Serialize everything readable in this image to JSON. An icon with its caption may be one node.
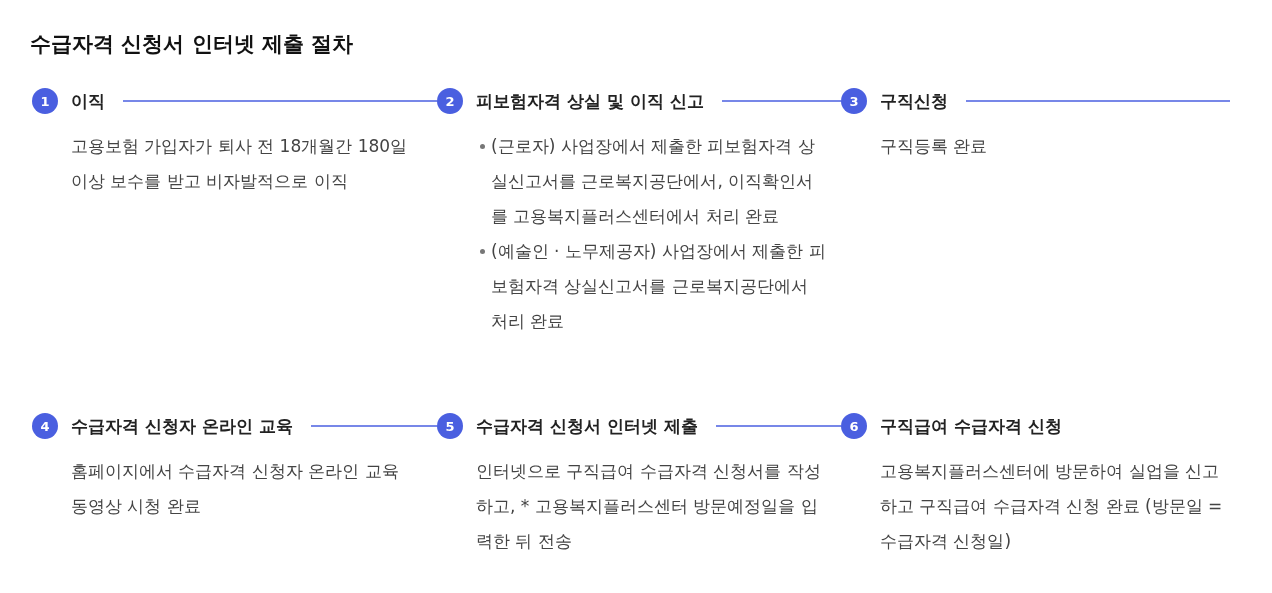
{
  "diagram": {
    "title": "수급자격 신청서 인터넷 제출 절차",
    "nodes": [
      {
        "text": [
          "1"
        ],
        "beside": [
          "이직",
          "고용보험 가입자가 퇴사 전 18개월간 180일 이상 보수를 받고 비자발적으로 이직"
        ]
      },
      {
        "text": [
          "2"
        ],
        "beside": [
          "피보험자격 상실 및 이직 신고",
          "(근로자) 사업장에서 제출한 피보험자격 상실신고서를 근로복지공단에서, 이직확인서를 고용복지플러스센터에서 처리 완료",
          "(예술인 · 노무제공자) 사업장에서 제출한 피보험자격 상실신고서를 근로복지공단에서 처리 완료"
        ]
      },
      {
        "text": [
          "3"
        ],
        "beside": [
          "구직신청",
          "구직등록 완료"
        ]
      },
      {
        "text": [
          "4"
        ],
        "beside": [
          "수급자격 신청자 온라인 교육",
          "홈페이지에서 수급자격 신청자 온라인 교육 동영상 시청 완료"
        ]
      },
      {
        "text": [
          "5"
        ],
        "beside": [
          "수급자격 신청서 인터넷 제출",
          "인터넷으로 구직급여 수급자격 신청서를 작성하고, * 고용복지플러스센터 방문예정일을 입력한 뒤 전송"
        ]
      },
      {
        "text": [
          "6"
        ],
        "beside": [
          "구직급여 수급자격 신청",
          "고용복지플러스센터에 방문하여 실업을 신고하고 구직급여 수급자격 신청 완료 (방문일 = 수급자격 신청일)"
        ]
      }
    ],
    "edges": [
      {
        "from": 0,
        "to": 1,
        "arrow": "none"
      },
      {
        "from": 1,
        "to": 2,
        "arrow": "none"
      },
      {
        "from": 2,
        "to": null,
        "arrow": "none"
      },
      {
        "from": 3,
        "to": 4,
        "arrow": "none"
      },
      {
        "from": 4,
        "to": 5,
        "arrow": "none"
      }
    ]
  }
}
